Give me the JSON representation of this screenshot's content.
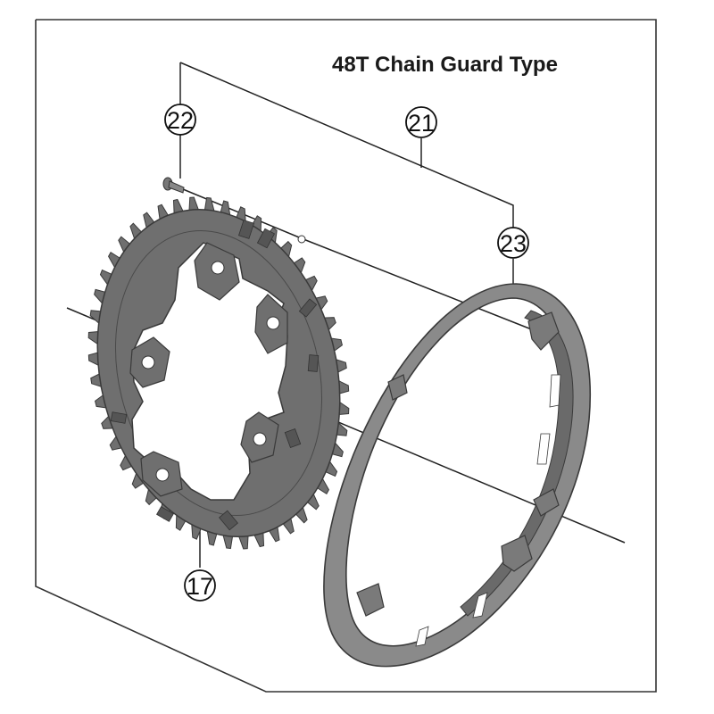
{
  "diagram": {
    "title": "48T Chain Guard Type",
    "callouts": {
      "screw": "22",
      "set": "21",
      "guard": "23",
      "chainring": "17"
    },
    "colors": {
      "chainring_fill": "#6f6f6f",
      "chainring_dark": "#3e3e3e",
      "chainring_light": "#9a9a9a",
      "guard_fill": "#8a8a8a",
      "guard_dark": "#4a4a4a",
      "line": "#222222",
      "frame": "#333333"
    },
    "parts": [
      "chainring-48t",
      "chain-guard",
      "chainring-bolt"
    ]
  }
}
